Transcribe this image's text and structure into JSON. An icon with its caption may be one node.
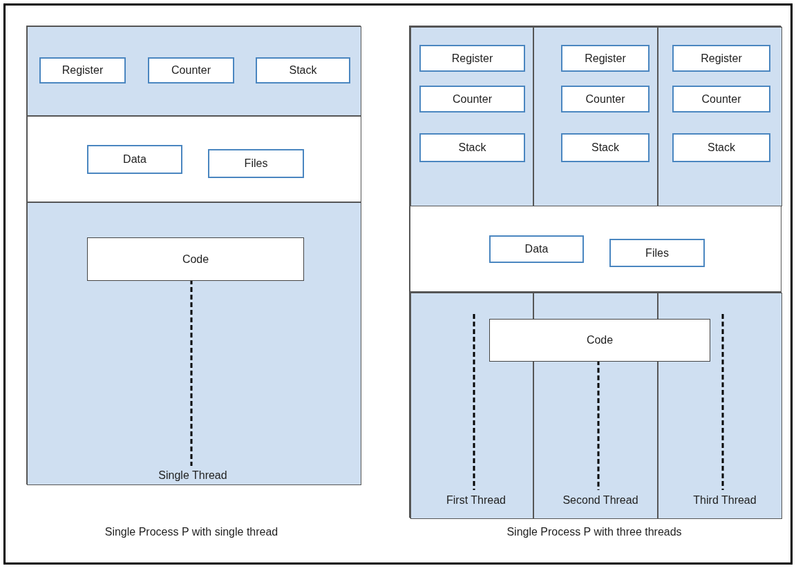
{
  "diagram": {
    "nodes": [
      {
        "text": [],
        "shape": "box"
      },
      {
        "text": [],
        "shape": "box",
        "in": 0
      },
      {
        "text": [
          "Register"
        ],
        "in": 1
      },
      {
        "text": [
          "Counter"
        ],
        "in": 1
      },
      {
        "text": [
          "Stack"
        ],
        "in": 1
      },
      {
        "text": [],
        "shape": "box",
        "in": 0
      },
      {
        "text": [
          "Data"
        ],
        "in": 5
      },
      {
        "text": [
          "Files"
        ],
        "in": 5
      },
      {
        "text": [],
        "shape": "box",
        "in": 0
      },
      {
        "text": [
          "Code"
        ],
        "in": 8
      },
      {
        "text": [
          "Single Thread"
        ],
        "in": 8
      },
      {
        "text": [],
        "shape": "box"
      },
      {
        "text": [],
        "shape": "box",
        "in": 11
      },
      {
        "text": [],
        "shape": "box",
        "in": 12
      },
      {
        "text": [],
        "shape": "box",
        "in": 12
      },
      {
        "text": [],
        "shape": "box",
        "in": 12
      },
      {
        "text": [
          "Register"
        ],
        "in": 13
      },
      {
        "text": [
          "Counter"
        ],
        "in": 13
      },
      {
        "text": [
          "Stack"
        ],
        "in": 13
      },
      {
        "text": [
          "Register"
        ],
        "in": 14
      },
      {
        "text": [
          "Counter"
        ],
        "in": 14
      },
      {
        "text": [
          "Stack"
        ],
        "in": 14
      },
      {
        "text": [
          "Register"
        ],
        "in": 15
      },
      {
        "text": [
          "Counter"
        ],
        "in": 15
      },
      {
        "text": [
          "Stack"
        ],
        "in": 15
      },
      {
        "text": [],
        "shape": "box",
        "in": 11
      },
      {
        "text": [
          "Data"
        ],
        "in": 25
      },
      {
        "text": [
          "Files"
        ],
        "in": 25
      },
      {
        "text": [],
        "shape": "box",
        "in": 11
      },
      {
        "text": [],
        "shape": "box",
        "in": 28
      },
      {
        "text": [],
        "shape": "box",
        "in": 28
      },
      {
        "text": [],
        "shape": "box",
        "in": 28
      },
      {
        "text": [
          "Code"
        ],
        "in": 28
      },
      {
        "text": [
          "First Thread"
        ],
        "in": 29
      },
      {
        "text": [
          "Second Thread"
        ],
        "in": 30
      },
      {
        "text": [
          "Third Thread"
        ],
        "in": 31
      }
    ],
    "edges": [
      {
        "from": 9,
        "to": 10,
        "arrow": "none",
        "style": "dashed"
      },
      {
        "from": null,
        "to": 33,
        "arrow": "none",
        "style": "dashed"
      },
      {
        "from": 32,
        "to": 34,
        "arrow": "none",
        "style": "dashed"
      },
      {
        "from": null,
        "to": 35,
        "arrow": "none",
        "style": "dashed"
      }
    ],
    "labels": [
      "Single Process P with single thread",
      "Single Process P with three threads"
    ]
  }
}
